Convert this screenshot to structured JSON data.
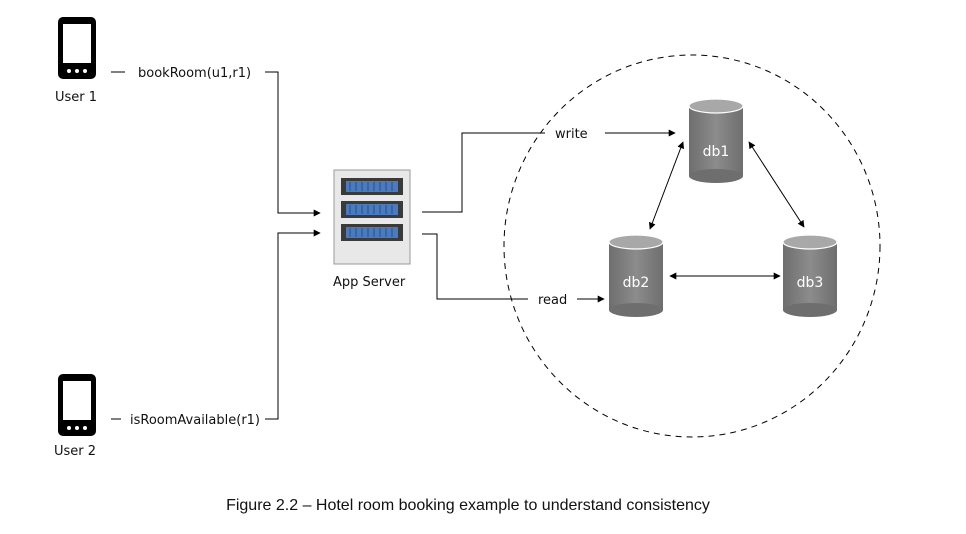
{
  "users": [
    {
      "name": "User 1",
      "call": "bookRoom(u1,r1)"
    },
    {
      "name": "User 2",
      "call": "isRoomAvailable(r1)"
    }
  ],
  "server": {
    "label": "App Server"
  },
  "operations": {
    "write": "write",
    "read": "read"
  },
  "databases": [
    "db1",
    "db2",
    "db3"
  ],
  "caption": "Figure 2.2 – Hotel room booking example to understand consistency",
  "colors": {
    "db_fill": "#7a7a7a",
    "db_top": "#9a9a9a",
    "server_frame": "#e8e8e8",
    "server_blade": "#4a7bbf"
  }
}
